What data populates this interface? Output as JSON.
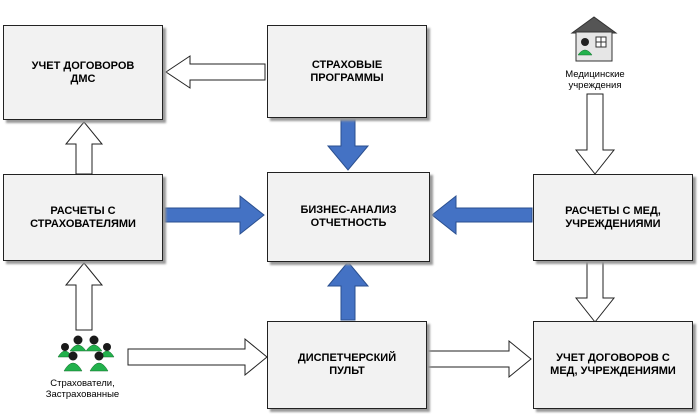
{
  "boxes": {
    "contracts_dms": "УЧЕТ ДОГОВОРОВ\nДМС",
    "insurance_programs": "СТРАХОВЫЕ\nПРОГРАММЫ",
    "settlements_insurers": "РАСЧЕТЫ С\nСТРАХОВАТЕЛЯМИ",
    "business_analysis": "БИЗНЕС-АНАЛИЗ\nОТЧЕТНОСТЬ",
    "settlements_medical": "РАСЧЕТЫ С МЕД,\nУЧРЕЖДЕНИЯМИ",
    "dispatcher": "ДИСПЕТЧЕРСКИЙ\nПУЛЬТ",
    "contracts_medical": "УЧЕТ ДОГОВОРОВ С\nМЕД, УЧРЕЖДЕНИЯМИ"
  },
  "captions": {
    "medical_institutions": "Медицинские\nучреждения",
    "policyholders": "Страхователи,\nЗастрахованные"
  },
  "colors": {
    "blue_arrow": "#4472c4",
    "white_arrow": "#ffffff",
    "box_fill": "#f2f2f2",
    "person_green": "#22b14c"
  }
}
